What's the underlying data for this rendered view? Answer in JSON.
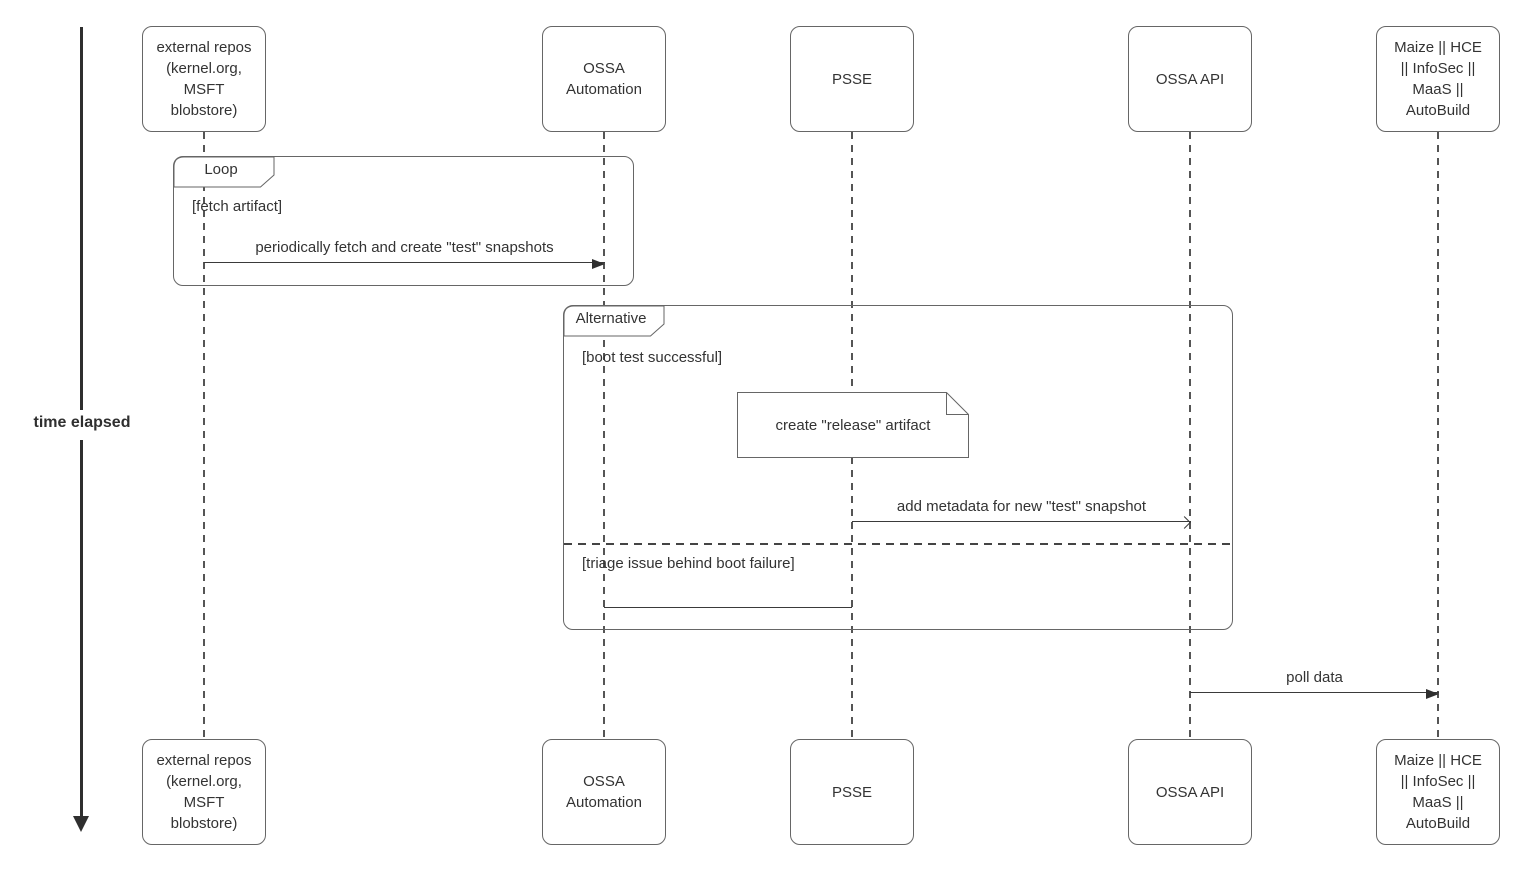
{
  "time_axis": {
    "label": "time elapsed"
  },
  "actors": [
    {
      "id": "external-repos",
      "label": "external repos\n(kernel.org,\nMSFT\nblobstore)"
    },
    {
      "id": "ossa-automation",
      "label": "OSSA\nAutomation"
    },
    {
      "id": "psse",
      "label": "PSSE"
    },
    {
      "id": "ossa-api",
      "label": "OSSA API"
    },
    {
      "id": "maize-consumers",
      "label": "Maize || HCE\n|| InfoSec ||\nMaaS ||\nAutoBuild"
    }
  ],
  "frames": {
    "loop": {
      "label": "Loop",
      "guard": "[fetch artifact]"
    },
    "alternative": {
      "label": "Alternative",
      "guard_success": "[boot test successful]",
      "guard_failure": "[triage issue behind boot failure]"
    }
  },
  "note": {
    "text": "create \"release\" artifact"
  },
  "messages": {
    "fetch_snapshots": {
      "label": "periodically fetch and create \"test\" snapshots",
      "from": "external repos (kernel.org, MSFT blobstore)",
      "to": "OSSA Automation"
    },
    "add_metadata": {
      "label": "add metadata for new \"test\" snapshot",
      "from": "PSSE",
      "to": "OSSA API"
    },
    "triage_handoff": {
      "label": "",
      "from": "OSSA Automation",
      "to": "PSSE"
    },
    "poll_data": {
      "label": "poll data",
      "from": "OSSA API",
      "to": "Maize || HCE || InfoSec || MaaS || AutoBuild"
    }
  },
  "colors": {
    "background": "#ffffff",
    "shape_stroke": "#666666",
    "text": "#333333",
    "arrow": "#2f2f2f"
  }
}
